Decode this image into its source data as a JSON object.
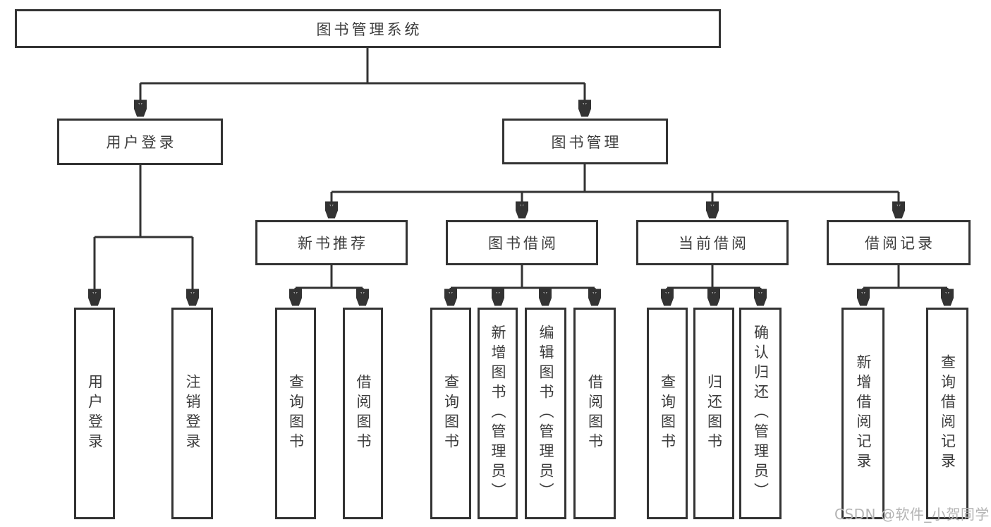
{
  "colors": {
    "line": "#333333",
    "node_border": "#333333",
    "node_fill": "#ffffff",
    "text": "#3c3c3c",
    "background": "#ffffff",
    "watermark_color": "#b4b4b4"
  },
  "watermark": {
    "text": "CSDN @软件_小贺同学"
  },
  "tree": {
    "root": {
      "label": "图书管理系统"
    },
    "branches": [
      {
        "label": "用户登录",
        "children": [
          "用户登录",
          "注销登录"
        ]
      },
      {
        "label": "图书管理",
        "sections": [
          {
            "label": "新书推荐",
            "children": [
              "查询图书",
              "借阅图书"
            ]
          },
          {
            "label": "图书借阅",
            "children": [
              "查询图书",
              "新增图书（管理员）",
              "编辑图书（管理员）",
              "借阅图书"
            ]
          },
          {
            "label": "当前借阅",
            "children": [
              "查询图书",
              "归还图书",
              "确认归还（管理员）"
            ]
          },
          {
            "label": "借阅记录",
            "children": [
              "新增借阅记录",
              "查询借阅记录"
            ]
          }
        ]
      }
    ]
  }
}
